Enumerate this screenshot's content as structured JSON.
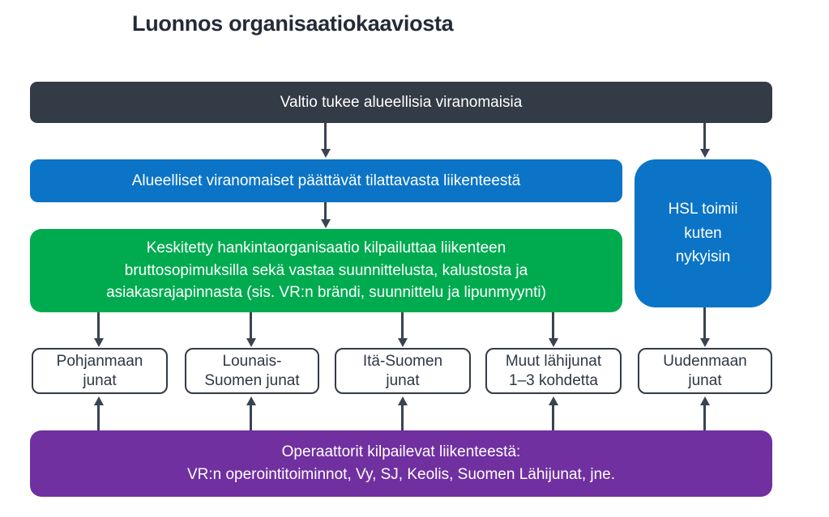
{
  "title": "Luonnos organisaatiokaaviosta",
  "colors": {
    "dark_bar": "#333b46",
    "blue": "#0b74c6",
    "green": "#00ab50",
    "purple": "#7030a0",
    "arrow": "#3a4350",
    "box_border": "#333b46",
    "text_on_color": "#ffffff",
    "text_dark": "#2e3744"
  },
  "nodes": {
    "valtio": {
      "label": "Valtio tukee alueellisia viranomaisia"
    },
    "alueelliset": {
      "label": "Alueelliset viranomaiset päättävät tilattavasta liikenteestä"
    },
    "hankinta": {
      "label": "Keskitetty hankintaorganisaatio kilpailuttaa liikenteen\nbruttosopimuksilla sekä vastaa suunnittelusta, kalustosta ja\nasiakasrajapinnasta (sis. VR:n brändi, suunnittelu ja lipunmyynti)"
    },
    "hsl": {
      "label": "HSL toimii\nkuten\nnykyisin"
    },
    "operators": {
      "label": "Operaattorit kilpailevat liikenteestä:\nVR:n operointitoiminnot, Vy, SJ, Keolis, Suomen Lähijunat, jne."
    },
    "train_boxes": [
      {
        "label": "Pohjanmaan\njunat"
      },
      {
        "label": "Lounais-\nSuomen junat"
      },
      {
        "label": "Itä-Suomen\njunat"
      },
      {
        "label": "Muut lähijunat\n1–3 kohdetta"
      },
      {
        "label": "Uudenmaan\njunat"
      }
    ]
  }
}
